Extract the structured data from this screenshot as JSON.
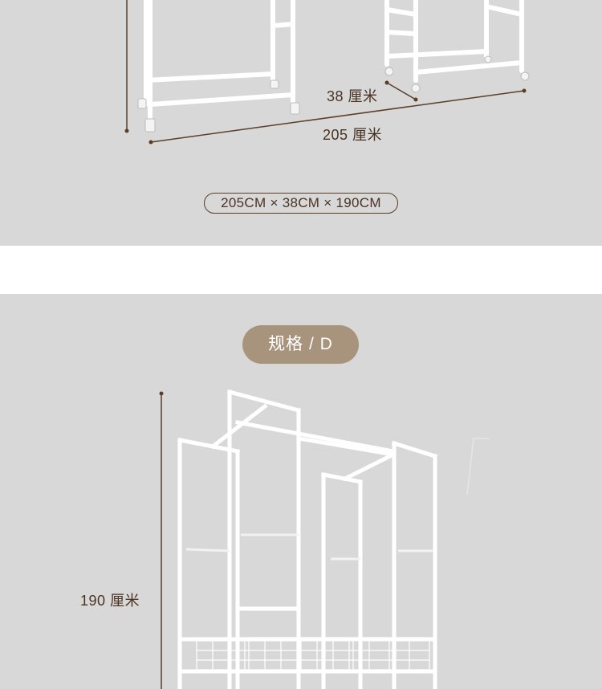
{
  "top_panel": {
    "depth_label": "38 厘米",
    "width_label": "205 厘米",
    "size_summary": "205CM × 38CM × 190CM"
  },
  "bottom_panel": {
    "spec_badge": "规格 / D",
    "height_label": "190 厘米"
  },
  "colors": {
    "panel_background": "#d8d8d8",
    "dimension_text": "#4a3322",
    "badge_background": "#a8947d",
    "rack_frame": "#ffffff"
  }
}
